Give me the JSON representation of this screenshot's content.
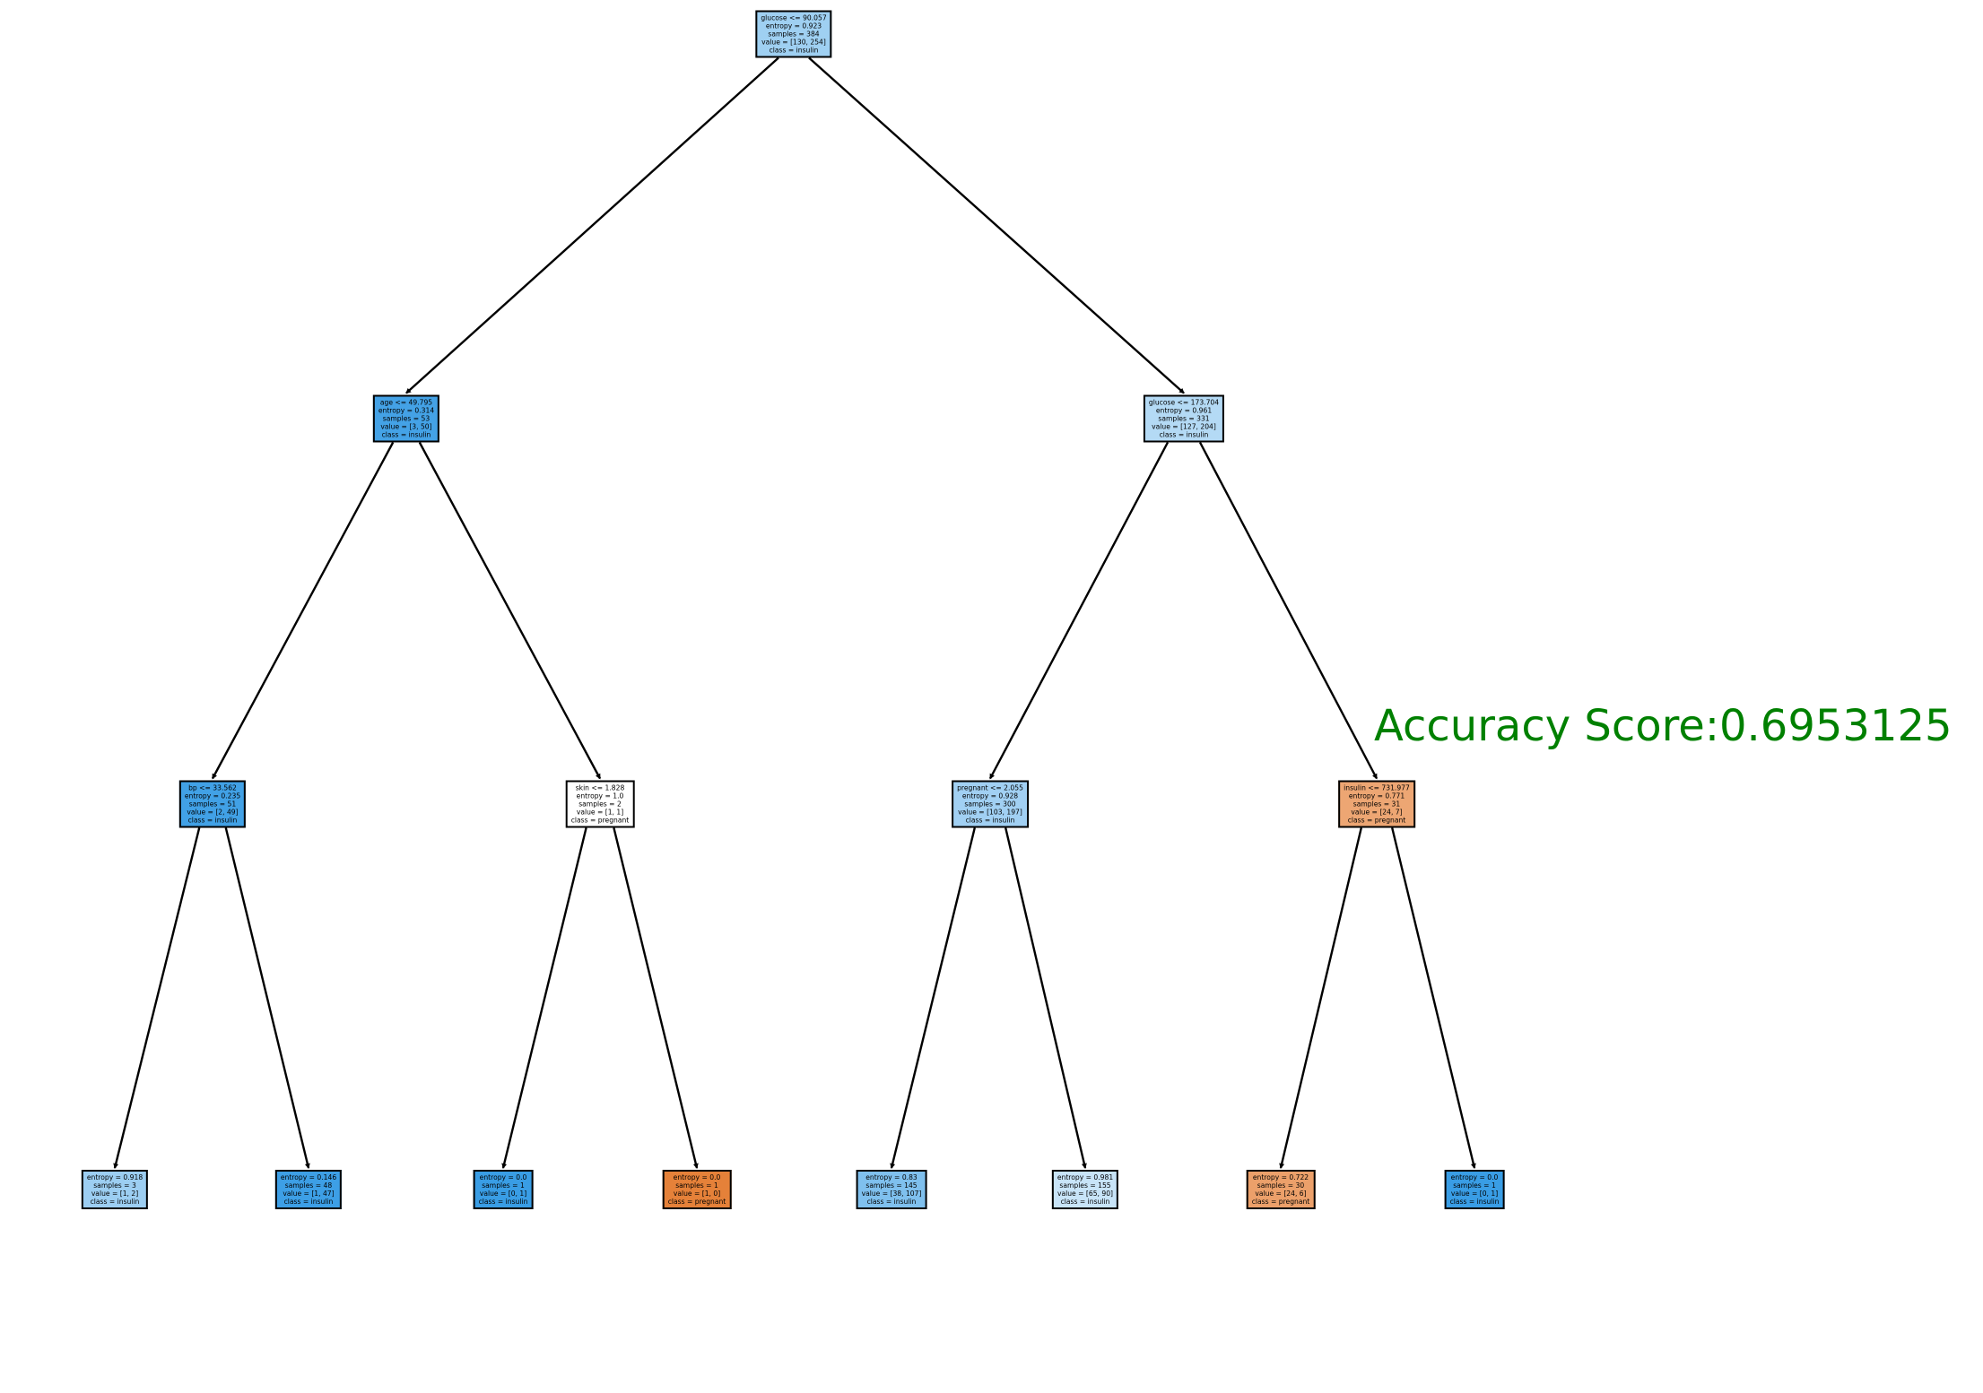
{
  "accuracy_text": "Accuracy Score:0.6953125",
  "colors": {
    "accuracy_text": "#008000",
    "edge": "#000000"
  },
  "tree": {
    "nodes": [
      {
        "id": "n0",
        "lines": [
          "glucose <= 90.057",
          "entropy = 0.923",
          "samples = 384",
          "value = [130, 254]",
          "class = insulin"
        ],
        "fill": "#9fd0f2"
      },
      {
        "id": "n1",
        "lines": [
          "age <= 49.795",
          "entropy = 0.314",
          "samples = 53",
          "value = [3, 50]",
          "class = insulin"
        ],
        "fill": "#44a2e6"
      },
      {
        "id": "n2",
        "lines": [
          "bp <= 33.562",
          "entropy = 0.235",
          "samples = 51",
          "value = [2, 49]",
          "class = insulin"
        ],
        "fill": "#41a1e6"
      },
      {
        "id": "n3",
        "lines": [
          "entropy = 0.918",
          "samples = 3",
          "value = [1, 2]",
          "class = insulin"
        ],
        "fill": "#9ccef2"
      },
      {
        "id": "n4",
        "lines": [
          "entropy = 0.146",
          "samples = 48",
          "value = [1, 47]",
          "class = insulin"
        ],
        "fill": "#3d9fe6"
      },
      {
        "id": "n5",
        "lines": [
          "skin <= 1.828",
          "entropy = 1.0",
          "samples = 2",
          "value = [1, 1]",
          "class = pregnant"
        ],
        "fill": "#ffffff"
      },
      {
        "id": "n6",
        "lines": [
          "entropy = 0.0",
          "samples = 1",
          "value = [0, 1]",
          "class = insulin"
        ],
        "fill": "#399de5"
      },
      {
        "id": "n7",
        "lines": [
          "entropy = 0.0",
          "samples = 1",
          "value = [1, 0]",
          "class = pregnant"
        ],
        "fill": "#e58139"
      },
      {
        "id": "n8",
        "lines": [
          "glucose <= 173.704",
          "entropy = 0.961",
          "samples = 331",
          "value = [127, 204]",
          "class = insulin"
        ],
        "fill": "#b4daf5"
      },
      {
        "id": "n9",
        "lines": [
          "pregnant <= 2.055",
          "entropy = 0.928",
          "samples = 300",
          "value = [103, 197]",
          "class = insulin"
        ],
        "fill": "#a1d0f3"
      },
      {
        "id": "n10",
        "lines": [
          "entropy = 0.83",
          "samples = 145",
          "value = [38, 107]",
          "class = insulin"
        ],
        "fill": "#7fc0ee"
      },
      {
        "id": "n11",
        "lines": [
          "entropy = 0.981",
          "samples = 155",
          "value = [65, 90]",
          "class = insulin"
        ],
        "fill": "#c8e4f8"
      },
      {
        "id": "n12",
        "lines": [
          "insulin <= 731.977",
          "entropy = 0.771",
          "samples = 31",
          "value = [24, 7]",
          "class = pregnant"
        ],
        "fill": "#eda673"
      },
      {
        "id": "n13",
        "lines": [
          "entropy = 0.722",
          "samples = 30",
          "value = [24, 6]",
          "class = pregnant"
        ],
        "fill": "#eca06a"
      },
      {
        "id": "n14",
        "lines": [
          "entropy = 0.0",
          "samples = 1",
          "value = [0, 1]",
          "class = insulin"
        ],
        "fill": "#399de5"
      }
    ],
    "edges": [
      [
        "n0",
        "n1"
      ],
      [
        "n0",
        "n8"
      ],
      [
        "n1",
        "n2"
      ],
      [
        "n1",
        "n5"
      ],
      [
        "n2",
        "n3"
      ],
      [
        "n2",
        "n4"
      ],
      [
        "n5",
        "n6"
      ],
      [
        "n5",
        "n7"
      ],
      [
        "n8",
        "n9"
      ],
      [
        "n8",
        "n12"
      ],
      [
        "n9",
        "n10"
      ],
      [
        "n9",
        "n11"
      ],
      [
        "n12",
        "n13"
      ],
      [
        "n12",
        "n14"
      ]
    ]
  }
}
